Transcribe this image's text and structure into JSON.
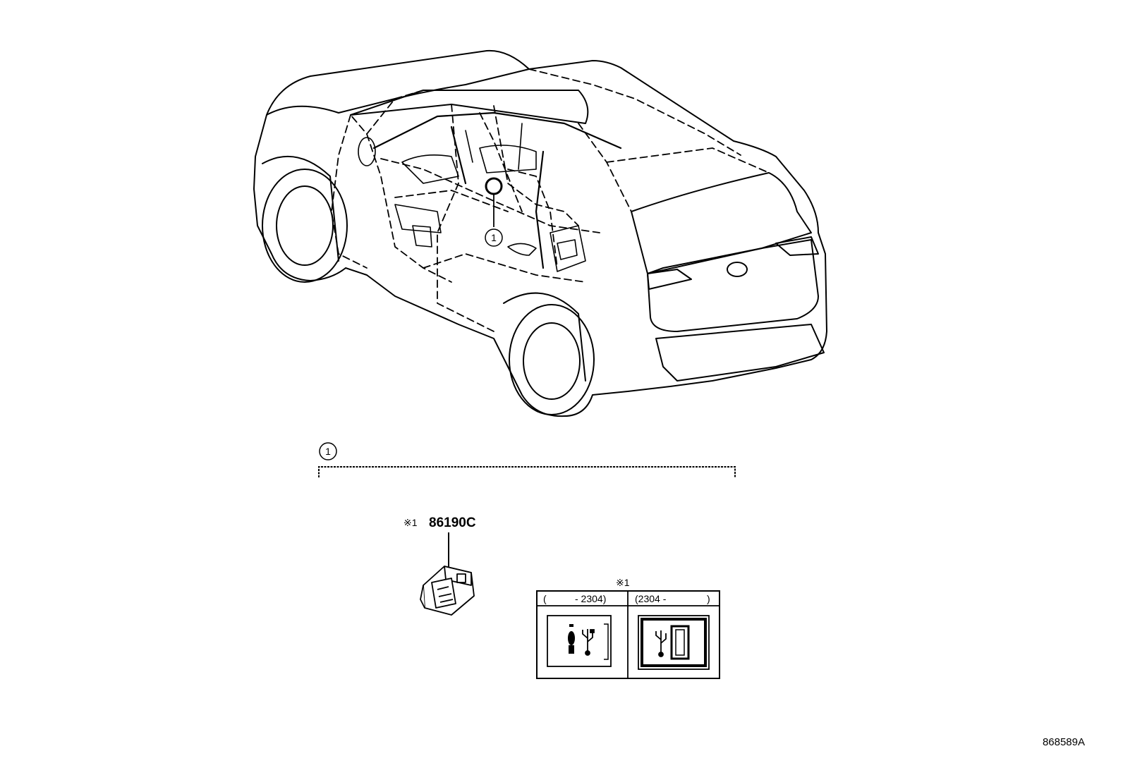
{
  "callout": {
    "number": "1"
  },
  "part": {
    "number": "86190C",
    "note_mark": "※1"
  },
  "variants": {
    "note_mark": "※1",
    "left": {
      "header_open": "(",
      "header_range": "- 2304)"
    },
    "right": {
      "header_range": "(2304 -",
      "header_close": ")"
    }
  },
  "figure_code": "868589A"
}
